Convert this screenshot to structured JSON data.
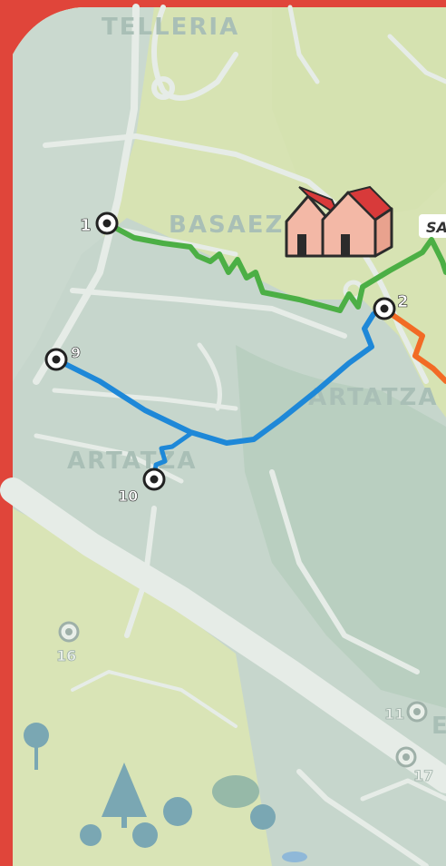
{
  "map": {
    "places": {
      "telleria": "TELLERIA",
      "basaez": "BASAEZ",
      "artatza_hill": "ARTATZA",
      "artatza_area": "ARTATZA",
      "sa_tag": "SA",
      "e_partial": "E"
    },
    "stops": {
      "s1": "1",
      "s2": "2",
      "s9": "9",
      "s10": "10",
      "s11": "11",
      "s16": "16",
      "s17": "17"
    },
    "colors": {
      "frame_red": "#e0453a",
      "park_green": "#d7e3b3",
      "urban_gray": "#c6d6cc",
      "road": "#e6ece7",
      "route_green": "#4caf45",
      "route_blue": "#1e88d8",
      "route_orange": "#f26b25"
    },
    "icons": [
      "houses-icon",
      "tree-icon",
      "waypoint-marker-icon"
    ]
  }
}
